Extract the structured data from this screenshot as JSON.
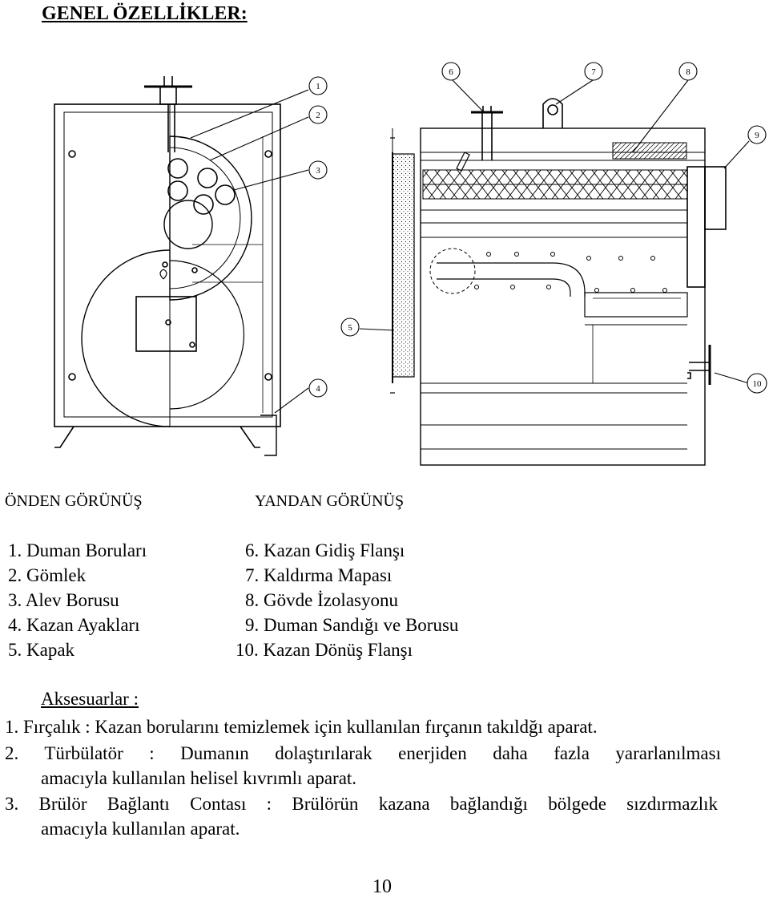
{
  "title": "GENEL ÖZELLİKLER:",
  "views": {
    "front": "ÖNDEN GÖRÜNÜŞ",
    "side": "YANDAN GÖRÜNÜŞ"
  },
  "callouts": [
    "1",
    "2",
    "3",
    "4",
    "5",
    "6",
    "7",
    "8",
    "9",
    "10"
  ],
  "legend": {
    "left": [
      "1. Duman Boruları",
      "2. Gömlek",
      "3. Alev Borusu",
      "4. Kazan Ayakları",
      "5. Kapak"
    ],
    "right": [
      "6. Kazan Gidiş Flanşı",
      "7. Kaldırma Mapası",
      "8. Gövde İzolasyonu",
      "9. Duman Sandığı ve Borusu",
      "10. Kazan Dönüş Flanşı"
    ]
  },
  "accessories": {
    "heading": "Aksesuarlar :",
    "item1": "1.  Fırçalık : Kazan borularını temizlemek için kullanılan fırçanın takıldğı aparat.",
    "item2_line1": "2.  Türbülatör : Dumanın dolaştırılarak enerjiden daha fazla yararlanılması",
    "item2_line2": "amacıyla kullanılan helisel kıvrımlı aparat.",
    "item3_line1": "3.  Brülör Bağlantı Contası : Brülörün kazana bağlandığı bölgede sızdırmazlık",
    "item3_line2": "amacıyla kullanılan aparat."
  },
  "page_number": "10"
}
